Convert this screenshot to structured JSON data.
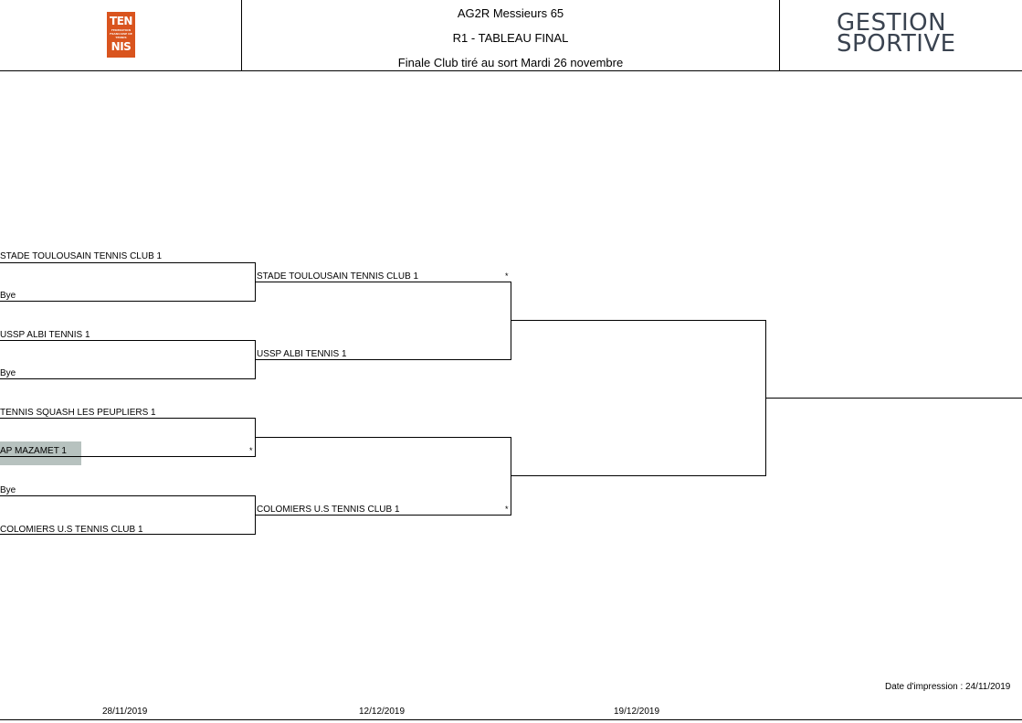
{
  "header": {
    "logo_left": {
      "line1": "TEN",
      "small": "FEDERATION FRANCAISE DE TENNIS",
      "line2": "NIS"
    },
    "title": "AG2R Messieurs 65",
    "subtitle": "R1 - TABLEAU FINAL",
    "draw_note": "Finale Club  tiré au sort Mardi 26 novembre",
    "logo_right": {
      "line1": "GESTION",
      "line2": "SPORTIVE"
    }
  },
  "round1": [
    "STADE TOULOUSAIN TENNIS CLUB 1",
    "Bye",
    "USSP ALBI TENNIS 1",
    "Bye",
    "TENNIS SQUASH LES PEUPLIERS 1",
    "AP MAZAMET 1",
    "Bye",
    "COLOMIERS U.S TENNIS CLUB 1"
  ],
  "round2": [
    "STADE TOULOUSAIN TENNIS CLUB 1",
    "USSP ALBI TENNIS 1",
    "",
    "COLOMIERS U.S TENNIS CLUB 1"
  ],
  "markers": {
    "star": "*"
  },
  "footer": {
    "print_date": "Date d'impression : 24/11/2019",
    "dates": [
      "28/11/2019",
      "12/12/2019",
      "19/12/2019"
    ]
  },
  "colors": {
    "logo_orange": "#d9541e",
    "highlight": "#b7c2bf",
    "brand_text": "#3a4350"
  }
}
